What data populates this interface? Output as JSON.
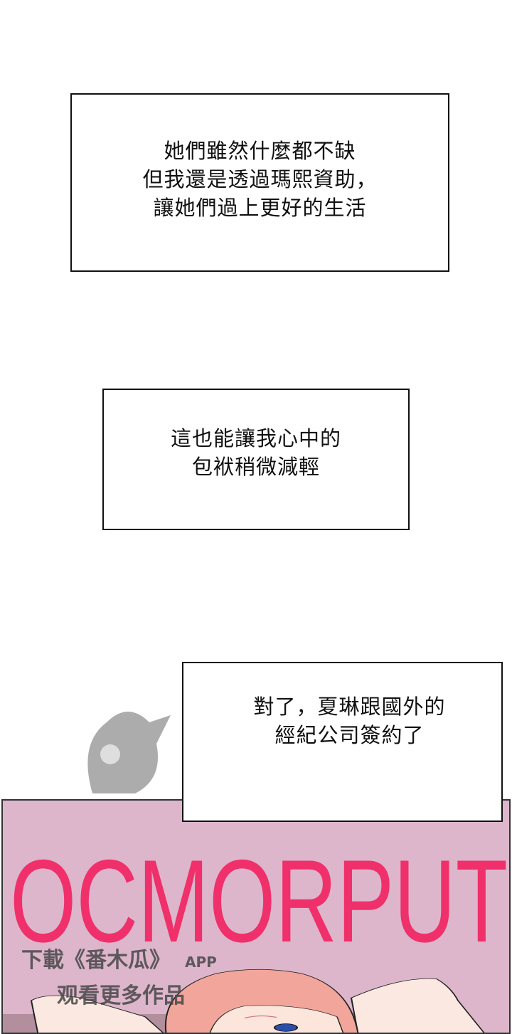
{
  "captions": [
    {
      "lines": [
        "她們雖然什麼都不缺",
        "但我還是透過瑪熙資助，",
        "讓她們過上更好的生活"
      ]
    },
    {
      "lines": [
        "這也能讓我心中的",
        "包袱稍微減輕"
      ]
    },
    {
      "lines": [
        "對了，夏琳跟國外的",
        "經紀公司簽約了"
      ]
    }
  ],
  "panel": {
    "background_lettering": "OCMORPUT"
  },
  "watermark": {
    "logo": "番木瓜",
    "line1": "下載《番木瓜》",
    "app": "APP",
    "line2": "观看更多作品"
  },
  "colors": {
    "panel_bg": "#ddb6cc",
    "lettering": "#f0306a",
    "hair": "#f2a59a"
  }
}
